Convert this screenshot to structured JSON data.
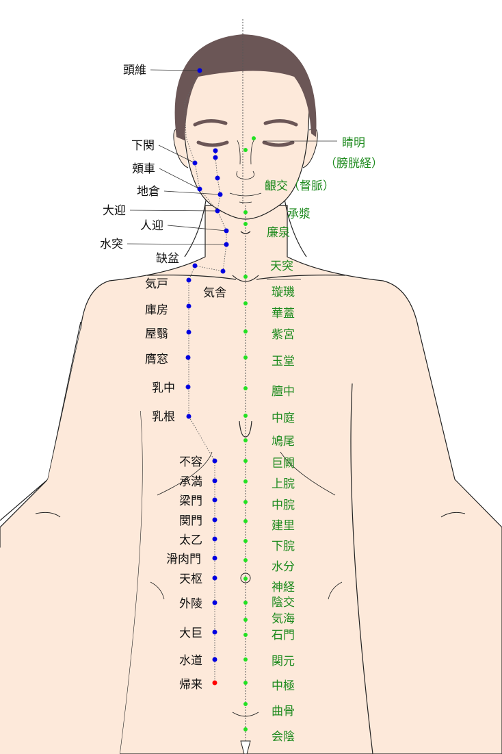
{
  "colors": {
    "skin": "#fde9da",
    "hair": "#6b5656",
    "stomach_meridian": "#0000e0",
    "conception_vessel": "#22e022",
    "end_point": "#ff0000",
    "label_green": "#1d8a1d"
  },
  "stomach_labels": [
    "頭維",
    "下関",
    "頬車",
    "地倉",
    "大迎",
    "人迎",
    "水突",
    "缺盆",
    "気舎",
    "気戸",
    "庫房",
    "屋翳",
    "膺窓",
    "乳中",
    "乳根",
    "不容",
    "承満",
    "梁門",
    "関門",
    "太乙",
    "滑肉門",
    "天枢",
    "外陵",
    "大巨",
    "水道",
    "帰来"
  ],
  "other_labels": {
    "jingming": "睛明",
    "bladder": "（膀胱経）",
    "yinjiao_gv": "齦交（督脈）"
  },
  "conception_labels": [
    "承漿",
    "廉泉",
    "天突",
    "璇璣",
    "華蓋",
    "紫宮",
    "玉堂",
    "膻中",
    "中庭",
    "鳩尾",
    "巨闕",
    "上脘",
    "中脘",
    "建里",
    "下脘",
    "水分",
    "神経",
    "陰交",
    "気海",
    "石門",
    "関元",
    "中極",
    "曲骨",
    "会陰"
  ]
}
